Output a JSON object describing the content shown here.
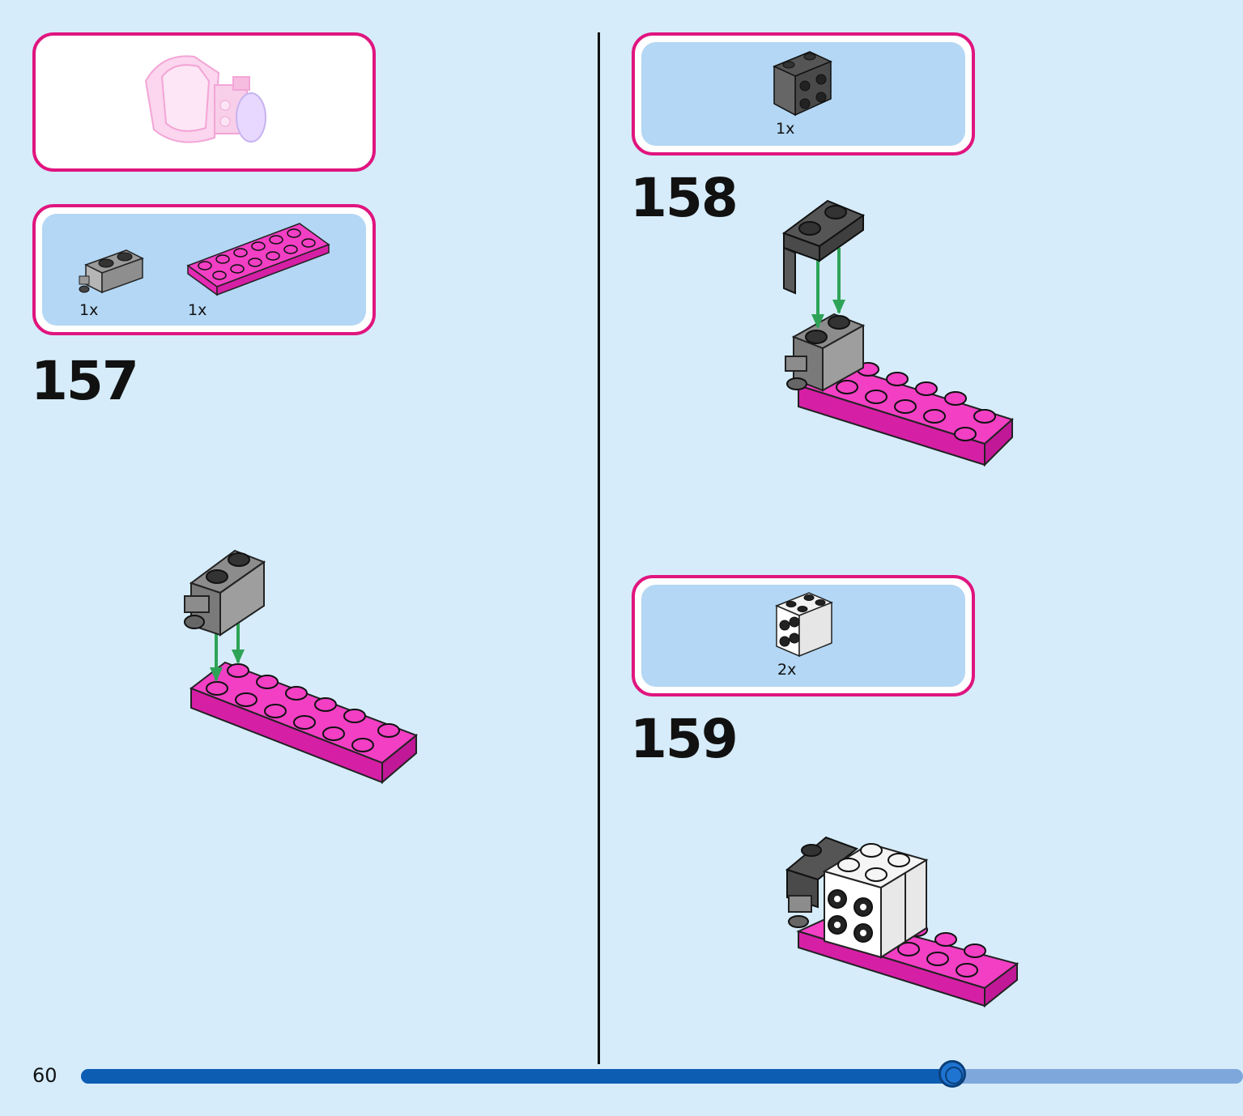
{
  "page": {
    "number": "60"
  },
  "progress": {
    "value": 0.75
  },
  "overview_panel": {
    "parts": []
  },
  "steps": [
    {
      "number": "157",
      "parts": [
        {
          "qty": "1x",
          "icon": "gray-1x2-brick-with-clip-icon"
        },
        {
          "qty": "1x",
          "icon": "pink-2x6-plate-icon"
        }
      ]
    },
    {
      "number": "158",
      "parts": [
        {
          "qty": "1x",
          "icon": "dark-gray-angle-bracket-icon"
        }
      ]
    },
    {
      "number": "159",
      "parts": [
        {
          "qty": "2x",
          "icon": "white-2x2-brick-with-side-studs-icon"
        }
      ]
    }
  ],
  "colors": {
    "accent_pink": "#e0157f",
    "brick_pink": "#f23fc4",
    "panel_blue": "#b3d7f4",
    "page_bg": "#d6ecfb",
    "progress_fill": "#0d5db3",
    "progress_track": "#7ea8dc"
  }
}
